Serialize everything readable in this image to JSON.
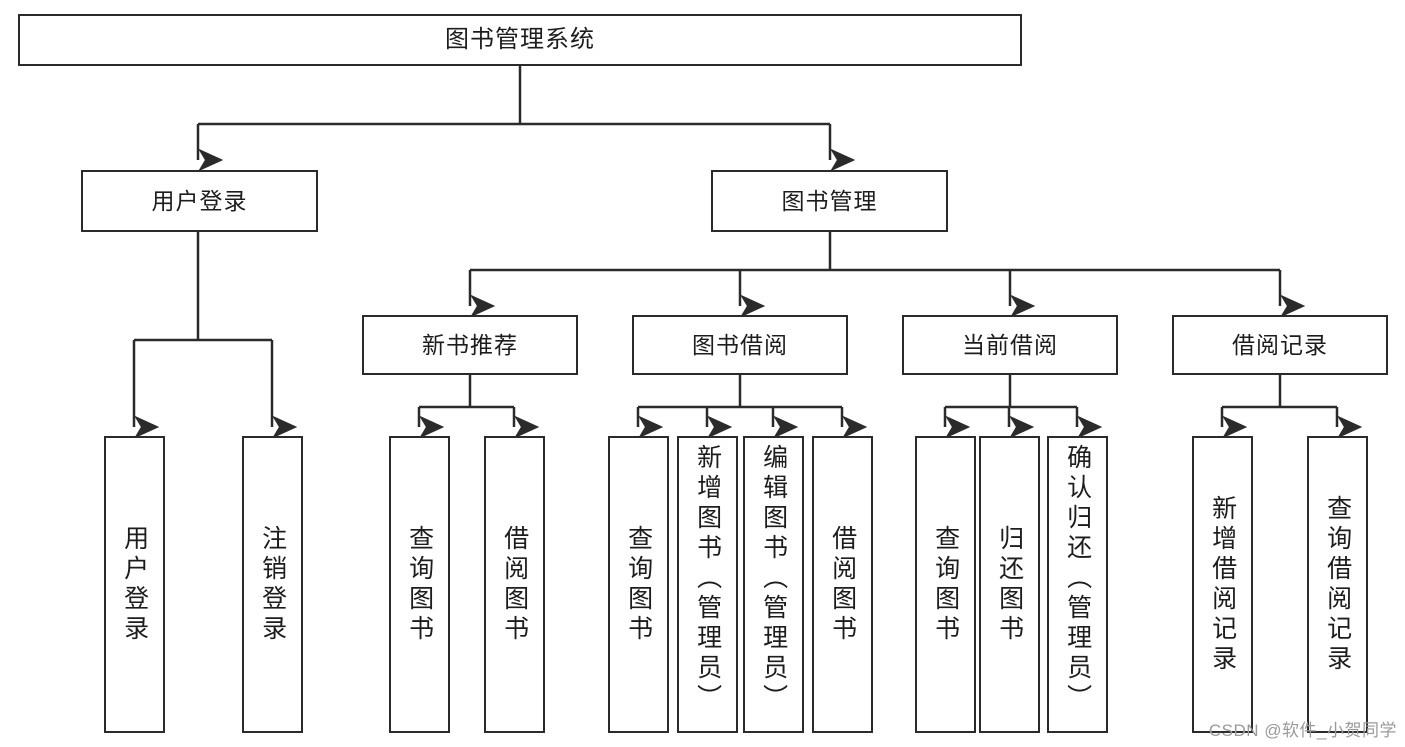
{
  "diagram": {
    "type": "tree-hierarchy-chart",
    "title": "图书管理系统",
    "colors": {
      "box_border": "#2b2b2b",
      "box_fill": "#ffffff",
      "line": "#2b2b2b",
      "text": "#1d1d1d",
      "watermark": "#9a9a9a"
    },
    "root": {
      "label": "图书管理系统"
    },
    "level1": [
      {
        "label": "用户登录"
      },
      {
        "label": "图书管理"
      }
    ],
    "level2": [
      {
        "label": "新书推荐"
      },
      {
        "label": "图书借阅"
      },
      {
        "label": "当前借阅"
      },
      {
        "label": "借阅记录"
      }
    ],
    "leaves": {
      "user_login": [
        {
          "label": "用户登录"
        },
        {
          "label": "注销登录"
        }
      ],
      "new_book_recommend": [
        {
          "label": "查询图书"
        },
        {
          "label": "借阅图书"
        }
      ],
      "book_borrow": [
        {
          "label": "查询图书"
        },
        {
          "label": "新增图书（管理员）"
        },
        {
          "label": "编辑图书（管理员）"
        },
        {
          "label": "借阅图书"
        }
      ],
      "current_borrow": [
        {
          "label": "查询图书"
        },
        {
          "label": "归还图书"
        },
        {
          "label": "确认归还（管理员）"
        }
      ],
      "borrow_records": [
        {
          "label": "新增借阅记录"
        },
        {
          "label": "查询借阅记录"
        }
      ]
    },
    "watermark": "CSDN @软件_小贺同学"
  }
}
